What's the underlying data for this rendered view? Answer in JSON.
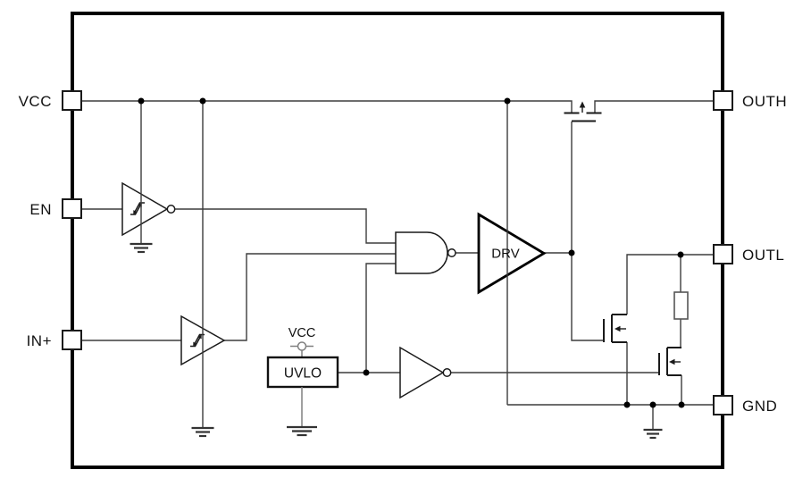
{
  "diagram": {
    "description": "Gate driver IC functional block diagram",
    "pins_left": [
      {
        "label": "VCC"
      },
      {
        "label": "EN"
      },
      {
        "label": "IN+"
      }
    ],
    "pins_right": [
      {
        "label": "OUTH"
      },
      {
        "label": "OUTL"
      },
      {
        "label": "GND"
      }
    ],
    "blocks": {
      "driver": "DRV",
      "uvlo": "UVLO",
      "uvlo_supply": "VCC"
    },
    "components": [
      "en-schmitt-inverting-buffer",
      "in-schmitt-buffer",
      "nand-gate-3-input",
      "drv-output-driver",
      "uvlo-block",
      "inverter-gate",
      "highside-mosfet",
      "lowside-mosfet",
      "pulldown-mosfet",
      "outl-resistor",
      "ground-symbols"
    ],
    "colors": {
      "background": "#ffffff",
      "wire": "#3d3d3d",
      "outline": "#1a1a1a",
      "secondary_wire": "#808080"
    }
  }
}
